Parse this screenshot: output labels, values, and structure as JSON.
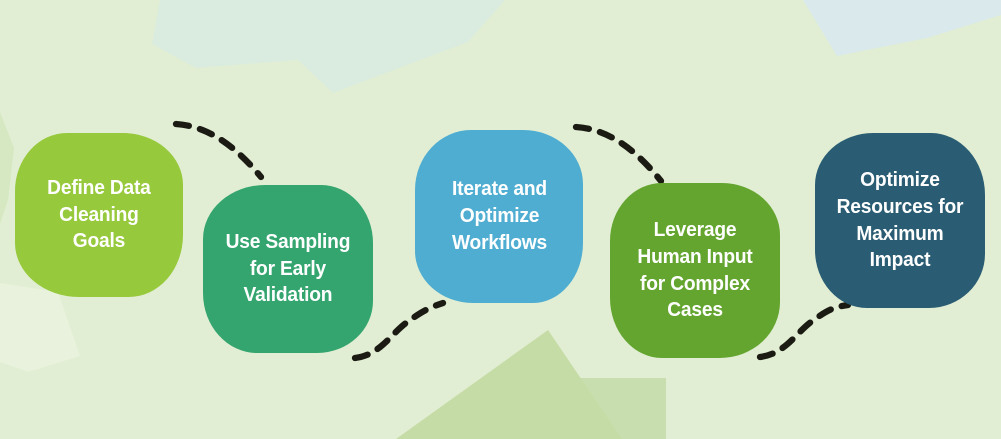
{
  "figure": {
    "type": "process-infographic",
    "background_color": "#e1eed3",
    "text_color": "#ffffff",
    "connector_color": "#1b1b14",
    "steps": [
      {
        "id": 1,
        "label": "Define Data\nCleaning\nGoals",
        "color": "#97c93c"
      },
      {
        "id": 2,
        "label": "Use Sampling\nfor Early\nValidation",
        "color": "#34a56f"
      },
      {
        "id": 3,
        "label": "Iterate and\nOptimize\nWorkflows",
        "color": "#4fadd1"
      },
      {
        "id": 4,
        "label": "Leverage\nHuman Input\nfor Complex\nCases",
        "color": "#64a52f"
      },
      {
        "id": 5,
        "label": "Optimize\nResources for\nMaximum\nImpact",
        "color": "#2a5d73"
      }
    ],
    "decor_colors": {
      "mint_top": "#daecdf",
      "blue_top_right": "#d9e9ec",
      "hill_triangle": "#c6dca6",
      "hill_block": "#c9deae",
      "corner_bottom_left": "#e8f2dc",
      "edge_left": "#d6e8c2"
    }
  }
}
